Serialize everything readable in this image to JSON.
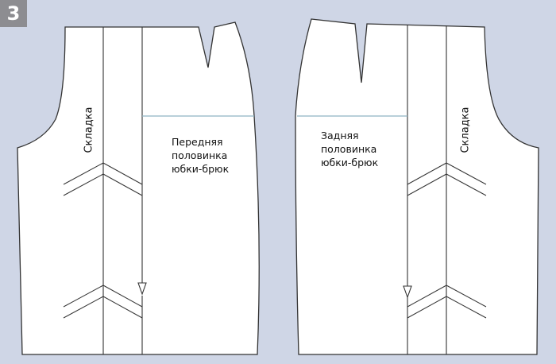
{
  "figure_number": "3",
  "front_piece": {
    "title_lines": [
      "Передняя",
      "половинка",
      "юбки-брюк"
    ],
    "fold_label": "Складка"
  },
  "back_piece": {
    "title_lines": [
      "Задняя",
      "половинка",
      "юбки-брюк"
    ],
    "fold_label": "Складка"
  },
  "colors": {
    "background": "#cfd6e6",
    "paper": "#ffffff",
    "outline": "#333333",
    "accent_line": "#8fb4c4",
    "badge": "#8d8d91"
  }
}
